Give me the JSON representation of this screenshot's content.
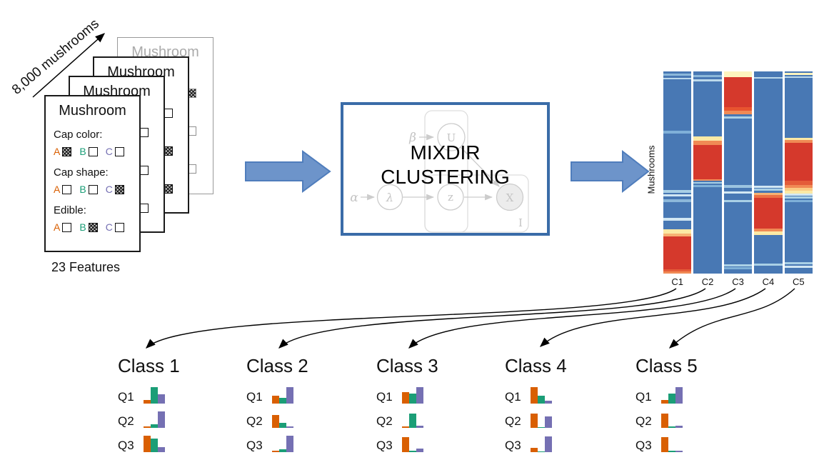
{
  "palette": {
    "option_colors": [
      "#d95f02",
      "#1b9e77",
      "#7570b3"
    ],
    "bar_colors": [
      "#d95f02",
      "#1b9e77",
      "#7570b3"
    ],
    "arrow_fill": "#6d94ca",
    "arrow_stroke": "#4f7dbc",
    "box_border": "#3a6ca8",
    "heatmap_base": "#4878b4",
    "heatmap_hot": "#d5392c"
  },
  "dataset": {
    "count_label": "8,000 mushrooms",
    "features_label": "23 Features",
    "option_labels": [
      "A",
      "B",
      "C"
    ],
    "cards": [
      {
        "title": "Mushroom",
        "sections": [
          {
            "label": "Cap color:",
            "checked": "C"
          },
          {
            "label": "Cap shape:",
            "checked": "A"
          },
          {
            "label": "Edible:",
            "checked": "B"
          }
        ]
      },
      {
        "title": "Mushroom",
        "sections": [
          {
            "label": "Cap color:",
            "checked": "B"
          },
          {
            "label": "Cap shape:",
            "checked": "C"
          },
          {
            "label": "Edible:",
            "checked": "C"
          }
        ]
      },
      {
        "title": "Mushroom",
        "sections": [
          {
            "label": "Cap color:",
            "checked": "A"
          },
          {
            "label": "Cap shape:",
            "checked": "B"
          },
          {
            "label": "Edible:",
            "checked": "A"
          }
        ]
      },
      {
        "title": "Mushroom",
        "sections": [
          {
            "label": "Cap color:",
            "checked": "A"
          },
          {
            "label": "Cap shape:",
            "checked": "C"
          },
          {
            "label": "Edible:",
            "checked": "B"
          }
        ]
      }
    ]
  },
  "model": {
    "title_line1": "MIXDIR",
    "title_line2": "CLUSTERING",
    "graph": {
      "alpha": "α",
      "beta": "β",
      "lambda": "λ",
      "z": "z",
      "u": "U",
      "x": "X",
      "plate_label": "I"
    }
  },
  "heatmap": {
    "ylabel": "Mushrooms",
    "columns": [
      {
        "label": "C1",
        "stripes": [
          [
            1.1,
            1.1,
            "#8cb8da"
          ],
          [
            3.1,
            0.9,
            "#bcd9eb"
          ],
          [
            29.5,
            1.3,
            "#7fb0d8"
          ],
          [
            58.8,
            1.1,
            "#a9d0e6"
          ],
          [
            60.8,
            1.1,
            "#d2e7f3"
          ],
          [
            63.2,
            1.3,
            "#8cb8da"
          ],
          [
            72.6,
            1.1,
            "#d2e7f3"
          ],
          [
            78.0,
            2.2,
            "#fbe9a5"
          ],
          [
            80.2,
            1.4,
            "#f6b273"
          ],
          [
            81.6,
            16.3,
            "#d5392c"
          ],
          [
            97.9,
            1.1,
            "#e45c39"
          ],
          [
            99.0,
            1.0,
            "#f08a55"
          ]
        ]
      },
      {
        "label": "C2",
        "stripes": [
          [
            1.9,
            1.0,
            "#8cb8da"
          ],
          [
            3.9,
            0.9,
            "#bcd9eb"
          ],
          [
            32.0,
            2.2,
            "#fbe9a5"
          ],
          [
            34.2,
            2.1,
            "#f08a55"
          ],
          [
            36.3,
            17.1,
            "#d5392c"
          ],
          [
            53.4,
            0.8,
            "#ef8f5c"
          ],
          [
            54.6,
            0.9,
            "#a9d0e6"
          ],
          [
            56.2,
            0.9,
            "#7fb0d8"
          ]
        ]
      },
      {
        "label": "C3",
        "stripes": [
          [
            0.0,
            2.8,
            "#fdf4be"
          ],
          [
            2.8,
            14.7,
            "#d5392c"
          ],
          [
            17.5,
            1.9,
            "#e8542f"
          ],
          [
            19.4,
            1.7,
            "#f08a55"
          ],
          [
            22.2,
            1.1,
            "#a9d0e6"
          ],
          [
            56.3,
            1.3,
            "#9cc4e0"
          ],
          [
            59.3,
            1.0,
            "#d2e7f3"
          ],
          [
            63.7,
            1.1,
            "#a9d0e6"
          ],
          [
            95.3,
            1.0,
            "#a9d0e6"
          ],
          [
            96.9,
            1.0,
            "#7fb0d8"
          ]
        ]
      },
      {
        "label": "C4",
        "stripes": [
          [
            2.7,
            1.0,
            "#bcd9eb"
          ],
          [
            56.4,
            1.1,
            "#d2e7f3"
          ],
          [
            58.1,
            1.0,
            "#a9d0e6"
          ],
          [
            59.9,
            1.3,
            "#f6b273"
          ],
          [
            61.2,
            1.3,
            "#ec7043"
          ],
          [
            62.5,
            15.3,
            "#d5392c"
          ],
          [
            77.8,
            1.4,
            "#f08a55"
          ],
          [
            79.2,
            1.7,
            "#fbe9a5"
          ],
          [
            94.9,
            1.1,
            "#a9d0e6"
          ]
        ]
      },
      {
        "label": "C5",
        "stripes": [
          [
            0.6,
            1.0,
            "#fdf4be"
          ],
          [
            2.3,
            0.9,
            "#bcd9eb"
          ],
          [
            32.9,
            1.1,
            "#fbe9a5"
          ],
          [
            34.0,
            1.2,
            "#f08a55"
          ],
          [
            35.2,
            18.9,
            "#d5392c"
          ],
          [
            54.1,
            2.0,
            "#e45c39"
          ],
          [
            56.1,
            1.6,
            "#f08a55"
          ],
          [
            57.7,
            1.4,
            "#fbcc84"
          ],
          [
            59.1,
            1.2,
            "#fbe9a5"
          ],
          [
            60.5,
            1.0,
            "#d2e7f3"
          ],
          [
            61.9,
            1.1,
            "#a9d0e6"
          ],
          [
            63.5,
            1.0,
            "#7fb0d8"
          ],
          [
            94.4,
            1.1,
            "#a9d0e6"
          ],
          [
            96.1,
            1.0,
            "#d2e7f3"
          ]
        ]
      }
    ]
  },
  "classes": [
    {
      "title": "Class 1",
      "rows": [
        {
          "label": "Q1",
          "values": [
            0.22,
            1.0,
            0.58
          ]
        },
        {
          "label": "Q2",
          "values": [
            0.1,
            0.2,
            1.0
          ]
        },
        {
          "label": "Q3",
          "values": [
            1.0,
            0.82,
            0.3
          ]
        }
      ]
    },
    {
      "title": "Class 2",
      "rows": [
        {
          "label": "Q1",
          "values": [
            0.5,
            0.35,
            1.0
          ]
        },
        {
          "label": "Q2",
          "values": [
            0.8,
            0.3,
            0.1
          ]
        },
        {
          "label": "Q3",
          "values": [
            0.08,
            0.16,
            1.0
          ]
        }
      ]
    },
    {
      "title": "Class 3",
      "rows": [
        {
          "label": "Q1",
          "values": [
            0.68,
            0.62,
            1.0
          ]
        },
        {
          "label": "Q2",
          "values": [
            0.07,
            0.88,
            0.15
          ]
        },
        {
          "label": "Q3",
          "values": [
            0.9,
            0.07,
            0.2
          ]
        }
      ]
    },
    {
      "title": "Class 4",
      "rows": [
        {
          "label": "Q1",
          "values": [
            1.0,
            0.5,
            0.18
          ]
        },
        {
          "label": "Q2",
          "values": [
            0.85,
            0.06,
            0.7
          ]
        },
        {
          "label": "Q3",
          "values": [
            0.28,
            0.06,
            0.95
          ]
        }
      ]
    },
    {
      "title": "Class 5",
      "rows": [
        {
          "label": "Q1",
          "values": [
            0.2,
            0.62,
            1.0
          ]
        },
        {
          "label": "Q2",
          "values": [
            0.85,
            0.08,
            0.13
          ]
        },
        {
          "label": "Q3",
          "values": [
            0.9,
            0.08,
            0.1
          ]
        }
      ]
    }
  ]
}
